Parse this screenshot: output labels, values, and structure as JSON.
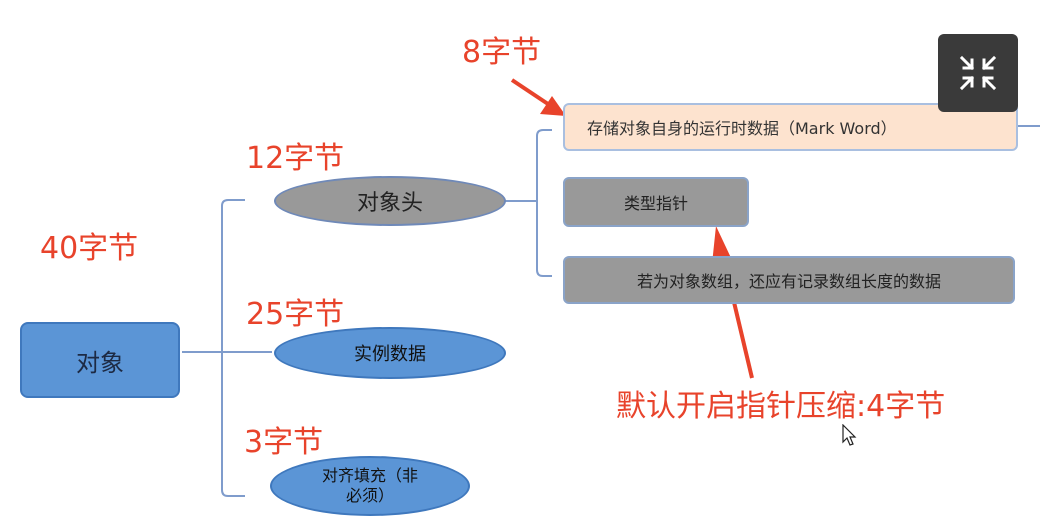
{
  "nodes": {
    "root": "对象",
    "header": "对象头",
    "instance_data": "实例数据",
    "padding": "对齐填充（非必须）",
    "mark_word": "存储对象自身的运行时数据（Mark Word）",
    "type_pointer": "类型指针",
    "array_length": "若为对象数组，还应有记录数组长度的数据"
  },
  "annotations": {
    "total": "40字节",
    "header": "12字节",
    "instance_data": "25字节",
    "padding": "3字节",
    "mark_word": "8字节",
    "compression": "默认开启指针压缩:4字节"
  },
  "colors": {
    "annotation": "#e8432b",
    "node_blue": "#5b95d6",
    "node_gray": "#999999",
    "node_peach": "#fde3cf",
    "connector": "#7f9ccc"
  },
  "icons": {
    "fullscreen": "fullscreen-exit-icon",
    "cursor": "mouse-pointer-icon"
  }
}
